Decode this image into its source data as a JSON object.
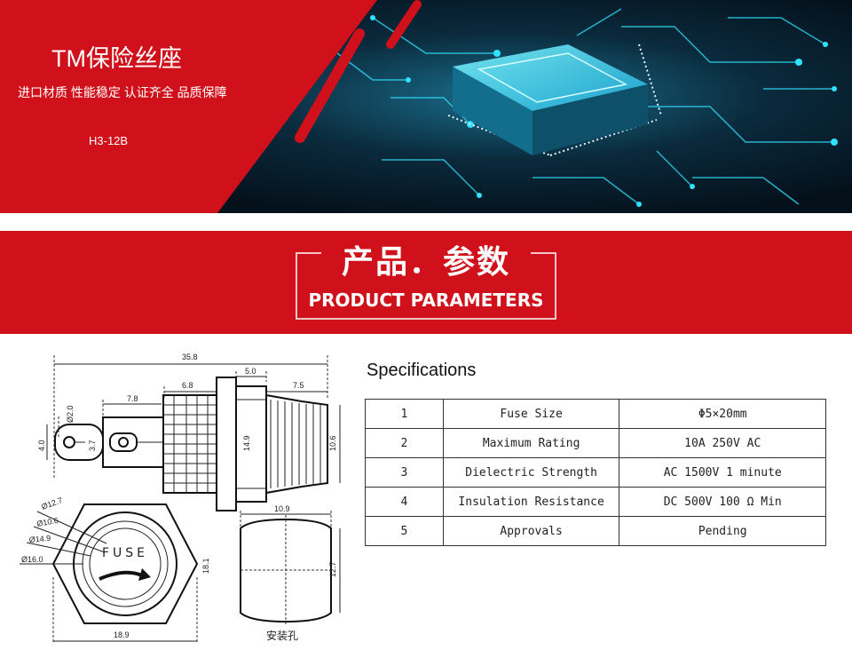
{
  "hero": {
    "title": "TM保险丝座",
    "subtitle": "进口材质  性能稳定  认证齐全  品质保障",
    "model": "H3-12B",
    "colors": {
      "red": "#d0111b",
      "cyan": "#2fe3ff",
      "dark": "#06121c"
    }
  },
  "section": {
    "title_cn": "产品．参数",
    "title_en": "PRODUCT PARAMETERS"
  },
  "drawing": {
    "dims": {
      "overall_length": "35.8",
      "cap_length": "5.0",
      "nut_length": "6.8",
      "knurl_length": "7.5",
      "terminal_length": "7.8",
      "hole_dia": "Ø2.0",
      "terminal_width": "4.0",
      "terminal_inner": "3.7",
      "body_dia": "14.9",
      "cap_dia": "10.6",
      "d1": "Ø12.7",
      "d2": "Ø10.6",
      "d3": "Ø14.9",
      "d4": "Ø16.0",
      "across_flats": "18.9",
      "across_flats_v": "18.1",
      "cut_width": "10.9",
      "cut_height": "12.7"
    },
    "fuse_label": "FUSE",
    "mount_hole_label": "安装孔"
  },
  "specifications": {
    "title": "Specifications",
    "rows": [
      {
        "no": "1",
        "item": "Fuse Size",
        "value": "Φ5×20mm"
      },
      {
        "no": "2",
        "item": "Maximum Rating",
        "value": "10A 250V AC"
      },
      {
        "no": "3",
        "item": "Dielectric Strength",
        "value": "AC 1500V 1 minute"
      },
      {
        "no": "4",
        "item": "Insulation Resistance",
        "value": "DC 500V 100 Ω   Min"
      },
      {
        "no": "5",
        "item": "Approvals",
        "value": "Pending"
      }
    ]
  }
}
